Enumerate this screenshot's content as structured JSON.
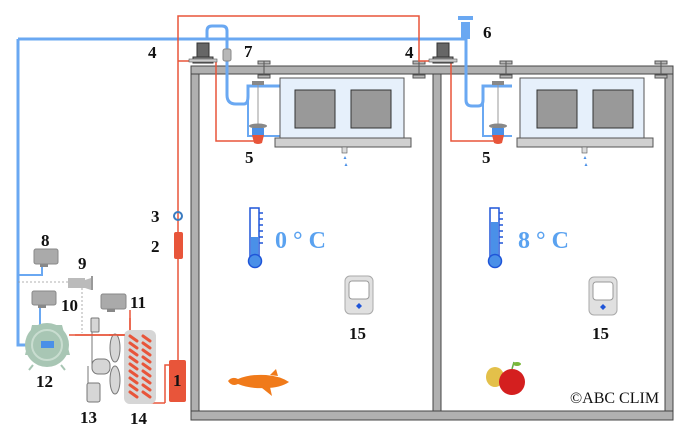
{
  "diagram": {
    "title": "Two-room cold storage refrigeration schematic",
    "colors": {
      "suction_line": "#6aa8f2",
      "liquid_line": "#e8553a",
      "wall": "#b0b0b0",
      "evaporator_body": "#e6f0fb",
      "temperature_text": "#5aa2f0",
      "thermometer": "#1f55d8"
    },
    "labels": {
      "receiver": "1",
      "filter_drier": "2",
      "sight_glass": "3",
      "solenoid_valve_left": "4",
      "solenoid_valve_right": "4",
      "expansion_valve_left": "5",
      "expansion_valve_right": "5",
      "evaporator_pressure_regulator": "6",
      "suction_filter": "7",
      "component_8": "8",
      "component_9": "9",
      "component_10": "10",
      "component_11": "11",
      "compressor": "12",
      "component_13": "13",
      "condenser": "14",
      "thermostat_left": "15",
      "thermostat_right": "15"
    },
    "rooms": [
      {
        "name": "left-room",
        "temperature": "0 ° C",
        "contents_icon": "fish-icon",
        "thermostat_label": "15"
      },
      {
        "name": "right-room",
        "temperature": "8 ° C",
        "contents_icon": "fruit-icon",
        "thermostat_label": "15"
      }
    ],
    "copyright": "©ABC CLIM"
  }
}
